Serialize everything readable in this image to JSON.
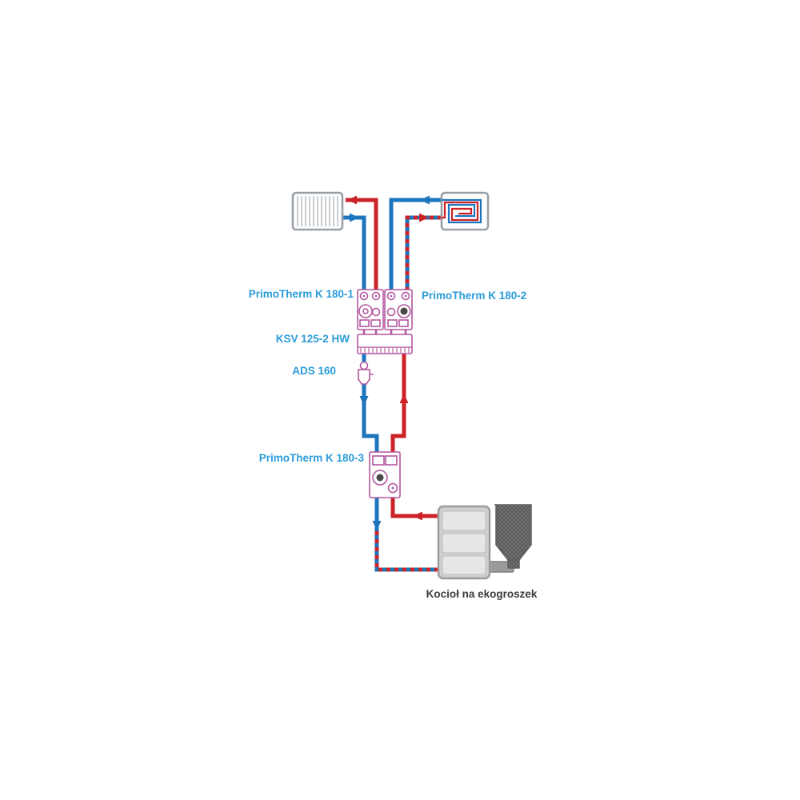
{
  "diagram": {
    "labels": {
      "pump_group_1": "PrimoTherm K 180-1",
      "pump_group_2": "PrimoTherm K 180-2",
      "manifold": "KSV 125-2 HW",
      "air_separator": "ADS 160",
      "pump_group_3": "PrimoTherm K 180-3",
      "boiler": "Kocioł na ekogroszek"
    }
  },
  "colors": {
    "red": "#cd2327",
    "blue": "#1d75bd",
    "label": "#2b9cd8",
    "component": "#b2569f",
    "grey": "#99a0a7",
    "text": "#3b3b3b",
    "boilerbody": "#cfcfcf",
    "boilerpanel": "#e6e6e6"
  }
}
